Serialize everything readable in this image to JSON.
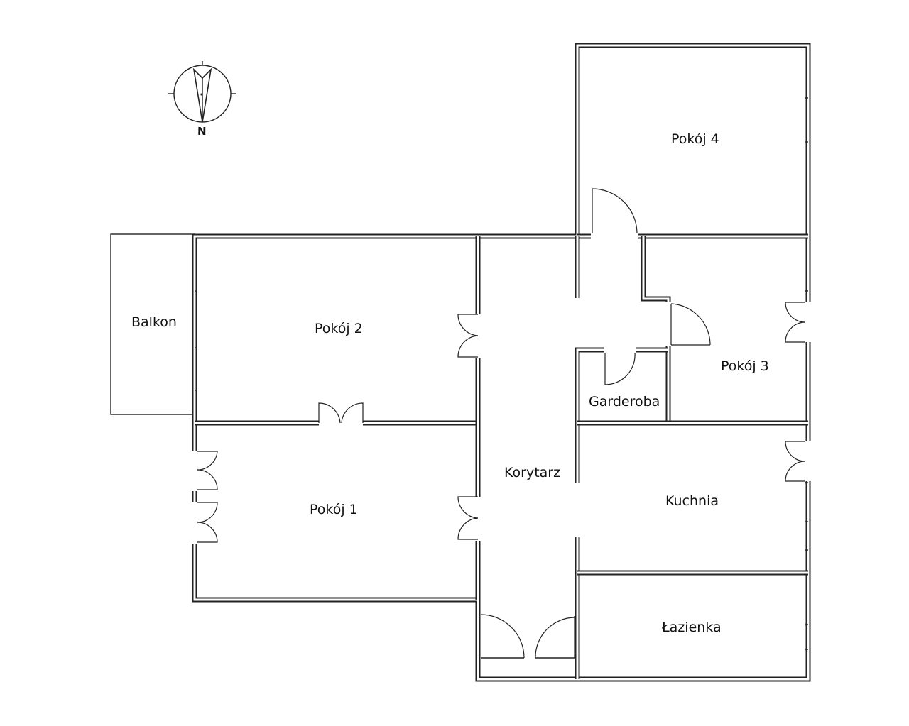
{
  "compass": {
    "letter": "N",
    "icon": "north-arrow-icon"
  },
  "rooms": {
    "balkon": "Balkon",
    "pokoj2": "Pokój 2",
    "pokoj1": "Pokój 1",
    "korytarz": "Korytarz",
    "pokoj4": "Pokój 4",
    "pokoj3": "Pokój 3",
    "garderoba": "Garderoba",
    "kuchnia": "Kuchnia",
    "lazienka": "Łazienka"
  }
}
